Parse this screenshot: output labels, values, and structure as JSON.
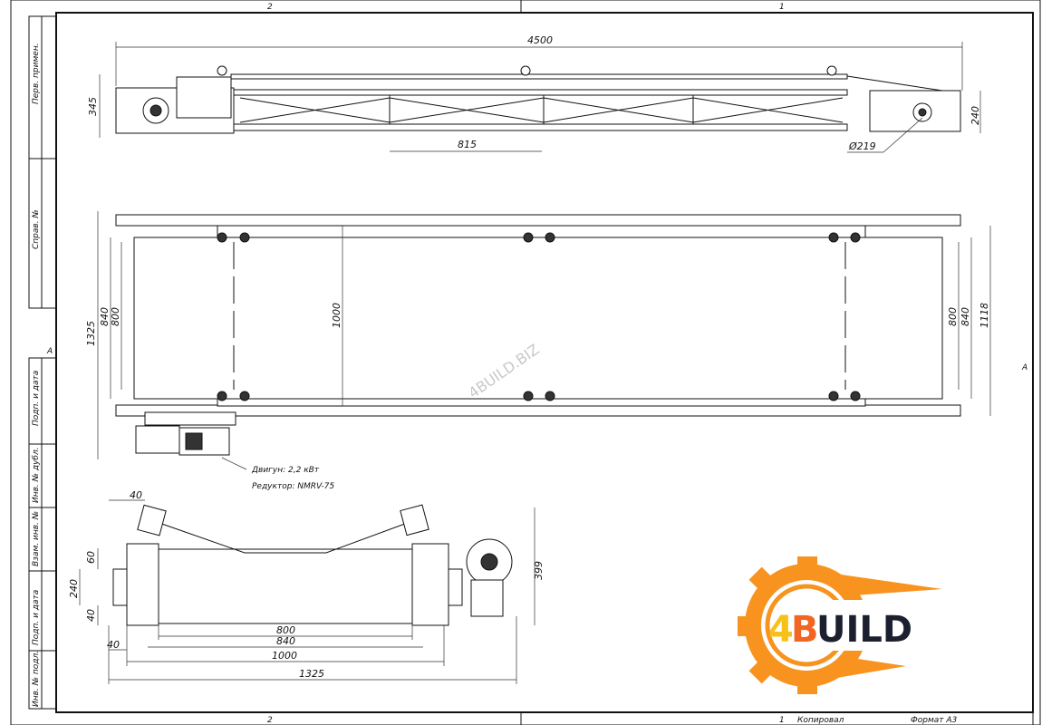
{
  "sheet": {
    "zones_top": [
      "2",
      "1"
    ],
    "zones_bottom": [
      "2",
      "1"
    ],
    "row_marker_left": "A",
    "row_marker_right": "A",
    "copied_label": "Копировал",
    "format_label": "Формат А3"
  },
  "side_stamp": {
    "upper": [
      "Перв. примен.",
      "Справ. №"
    ],
    "lower": [
      "Подп. и дата",
      "Инв. № дубл.",
      "Взам. инв. №",
      "Подп. и дата",
      "Инв. № подл."
    ]
  },
  "side_view": {
    "length": "4500",
    "height": "345",
    "height_right": "240",
    "span": "815",
    "pulley_dia": "Ø219"
  },
  "plan_view": {
    "overall_width": "1325",
    "width_840_left": "840",
    "width_800_left": "800",
    "width_1000": "1000",
    "width_800_right": "800",
    "width_840_right": "840",
    "width_1118": "1118",
    "motor_note": "Двигун: 2,2 кВт",
    "gearbox_note": "Редуктор: NMRV-75",
    "watermark": "4BUILD.BIZ"
  },
  "end_view": {
    "top_40": "40",
    "dim_60": "60",
    "dim_240": "240",
    "dim_40_left": "40",
    "dim_40_bottom": "40",
    "dim_399": "399",
    "dim_800": "800",
    "dim_840": "840",
    "dim_1000": "1000",
    "dim_1325": "1325"
  },
  "logo": {
    "text": "4BUILD",
    "orange": "#f7931e",
    "dark": "#1c1f2e",
    "yellow": "#f6c21a"
  }
}
